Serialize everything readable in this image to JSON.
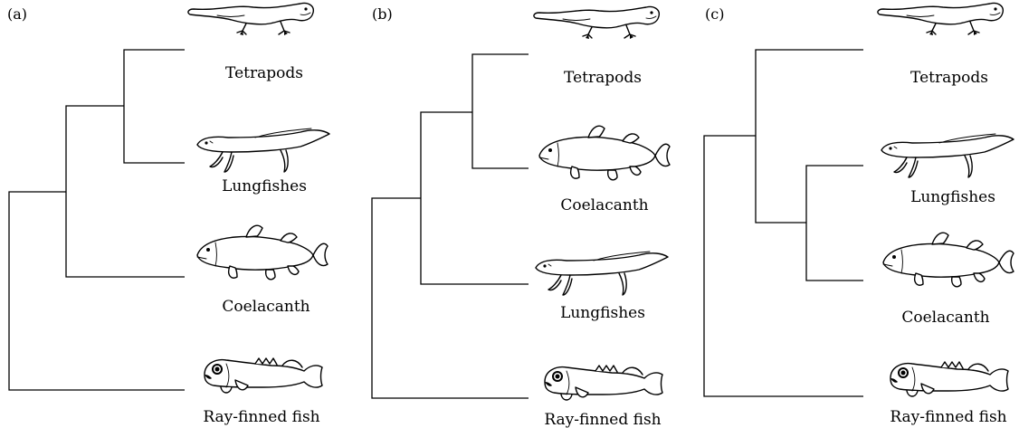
{
  "panels": [
    {
      "label": "(a)",
      "taxa": [
        "Tetrapods",
        "Lungfishes",
        "Coelacanth",
        "Ray-finned fish"
      ],
      "icons": [
        "salamander-icon",
        "lungfish-icon",
        "coelacanth-icon",
        "ray-finned-fish-icon"
      ]
    },
    {
      "label": "(b)",
      "taxa": [
        "Tetrapods",
        "Coelacanth",
        "Lungfishes",
        "Ray-finned fish"
      ],
      "icons": [
        "salamander-icon",
        "coelacanth-icon",
        "lungfish-icon",
        "ray-finned-fish-icon"
      ]
    },
    {
      "label": "(c)",
      "taxa": [
        "Tetrapods",
        "Lungfishes",
        "Coelacanth",
        "Ray-finned fish"
      ],
      "icons": [
        "salamander-icon",
        "lungfish-icon",
        "coelacanth-icon",
        "ray-finned-fish-icon"
      ]
    }
  ]
}
